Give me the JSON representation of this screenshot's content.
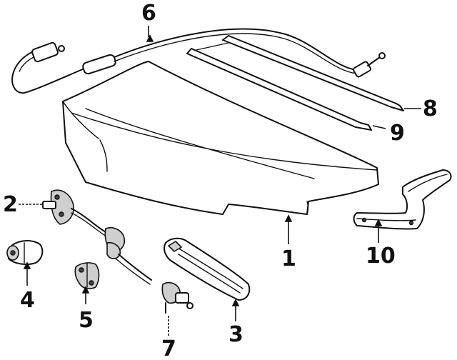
{
  "callouts": {
    "c1": "1",
    "c2": "2",
    "c3": "3",
    "c4": "4",
    "c5": "5",
    "c6": "6",
    "c7": "7",
    "c8": "8",
    "c9": "9",
    "c10": "10"
  },
  "colors": {
    "line": "#111111",
    "background": "#ffffff",
    "shade": "#cfcfcf"
  }
}
